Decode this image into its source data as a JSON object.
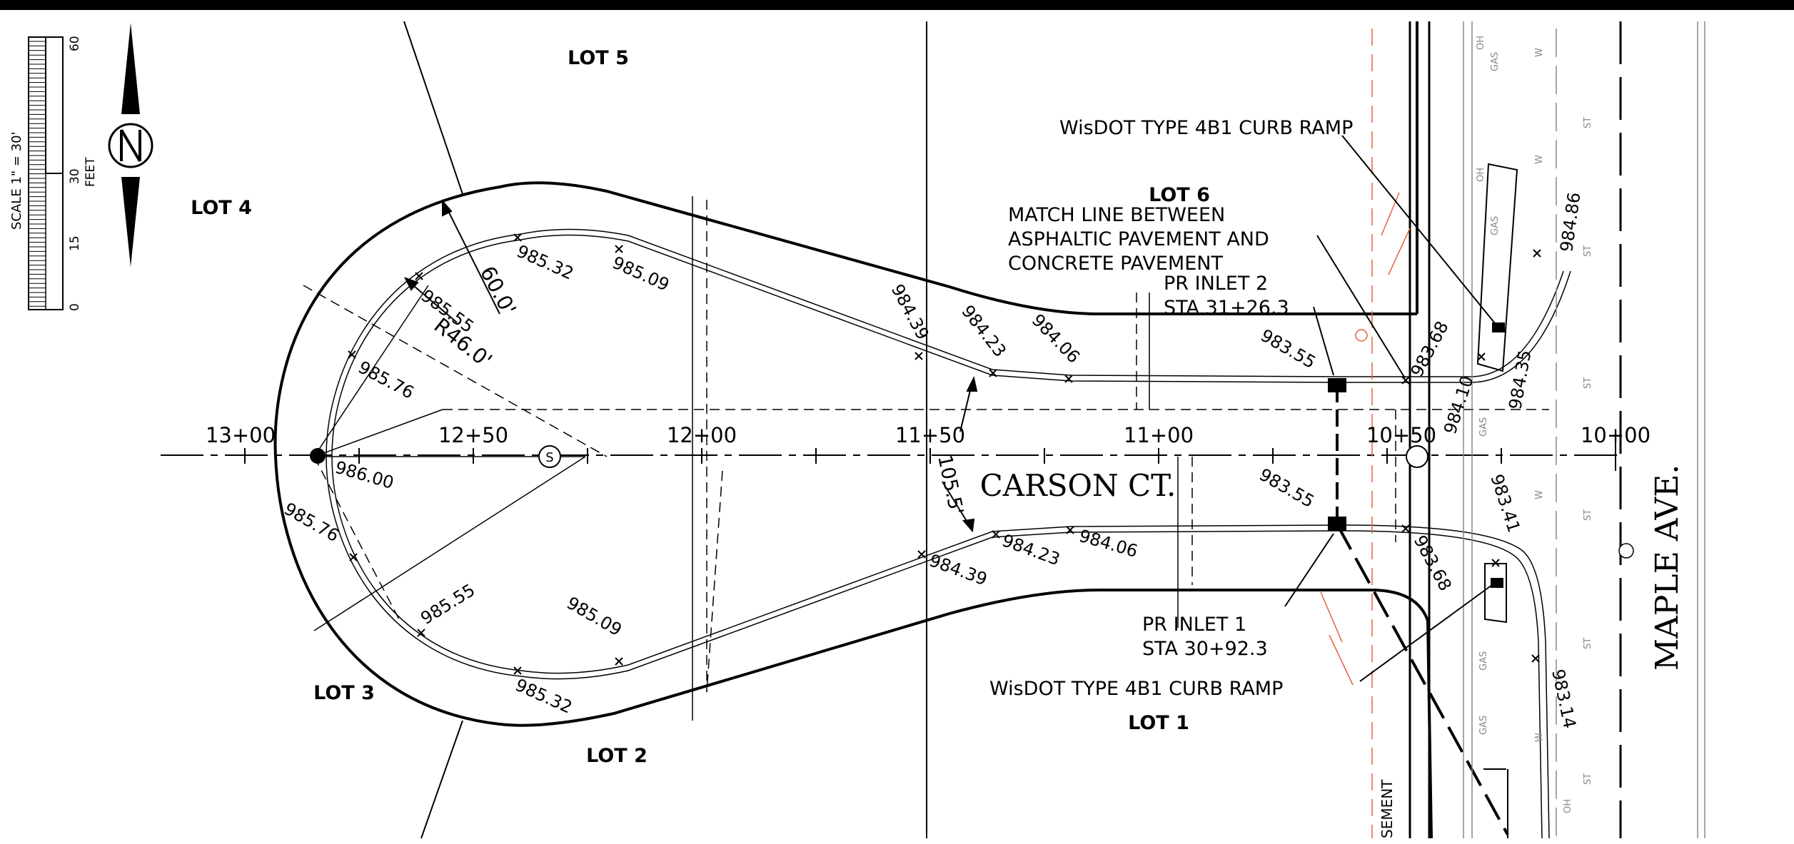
{
  "scale": {
    "title": "SCALE 1\" = 30'",
    "unit": "FEET",
    "ticks": [
      "0",
      "15",
      "30",
      "60"
    ]
  },
  "lots": {
    "lot1": "LOT 1",
    "lot2": "LOT 2",
    "lot3": "LOT 3",
    "lot4": "LOT 4",
    "lot5": "LOT 5",
    "lot6": "LOT 6"
  },
  "streets": {
    "carson": "CARSON CT.",
    "maple": "MAPLE AVE."
  },
  "stations": [
    "13+00",
    "12+50",
    "12+00",
    "11+50",
    "11+00",
    "10+50",
    "10+00"
  ],
  "dimensions": {
    "sixty": "60.0'",
    "radius": "R46.0'",
    "width": "105.5'"
  },
  "elevations": {
    "n1": "985.32",
    "n2": "985.09",
    "n3": "985.55",
    "n4": "985.76",
    "n5": "984.39",
    "n6": "984.23",
    "n7": "984.06",
    "n8": "983.55",
    "n9": "983.68",
    "n10": "984.10",
    "n11": "984.35",
    "n12": "984.86",
    "center": "986.00",
    "s1": "985.76",
    "s2": "985.55",
    "s3": "985.09",
    "s4": "985.32",
    "s5": "984.39",
    "s6": "984.23",
    "s7": "984.06",
    "s8": "983.55",
    "s9": "983.68",
    "s10": "983.41",
    "s11": "983.14"
  },
  "callouts": {
    "ramp_top": "WisDOT TYPE 4B1 CURB RAMP",
    "match_line": [
      "MATCH LINE BETWEEN",
      "ASPHALTIC PAVEMENT AND",
      "CONCRETE PAVEMENT"
    ],
    "inlet2": [
      "PR INLET 2",
      "STA 31+26.3"
    ],
    "inlet1": [
      "PR INLET 1",
      "STA 30+92.3"
    ],
    "ramp_bottom": "WisDOT TYPE 4B1 CURB RAMP",
    "easement": "SEMENT"
  },
  "utility_labels": {
    "gas": "GAS",
    "water": "W",
    "storm": "ST",
    "overhead": "OH",
    "sanitary": "S"
  },
  "colors": {
    "linework": "#000000",
    "easement": "#e8603c",
    "utility": "#888888"
  }
}
